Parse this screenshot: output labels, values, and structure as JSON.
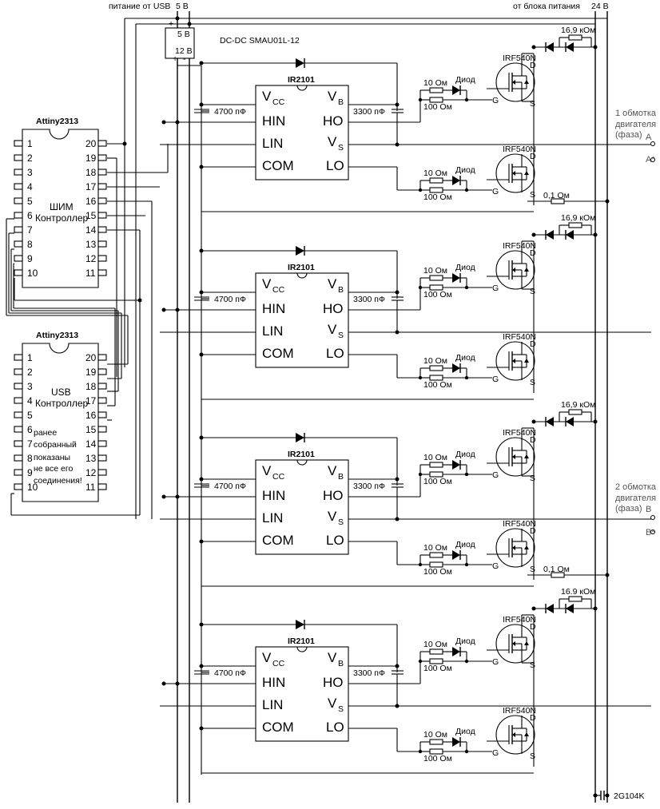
{
  "power": {
    "usb_label": "питание от USB",
    "usb_voltage": "5 В",
    "supply_label": "от блока питания",
    "supply_voltage": "24 В"
  },
  "dcdc": {
    "name": "DC-DC SMAU01L-12",
    "in_label": "5 В",
    "out_label": "12 В",
    "plus": "+",
    "minus": "-"
  },
  "mcu_pwm": {
    "title": "Attiny2313",
    "label_lines": [
      "ШИМ",
      "Контроллер"
    ],
    "left_pins": [
      "1",
      "2",
      "3",
      "4",
      "5",
      "6",
      "7",
      "8",
      "9",
      "10"
    ],
    "right_pins": [
      "20",
      "19",
      "18",
      "17",
      "16",
      "15",
      "14",
      "13",
      "12",
      "11"
    ]
  },
  "mcu_usb": {
    "title": "Attiny2313",
    "label_lines": [
      "USB",
      "Контроллер"
    ],
    "note_lines": [
      "ранее",
      "собранный",
      "показаны",
      "не все его",
      "соединения!"
    ],
    "left_pins": [
      "1",
      "2",
      "3",
      "4",
      "5",
      "6",
      "7",
      "8",
      "9",
      "10"
    ],
    "right_pins": [
      "20",
      "19",
      "18",
      "17",
      "16",
      "15",
      "14",
      "13",
      "12",
      "11"
    ]
  },
  "driver": {
    "name": "IR2101",
    "pins_left": [
      "V",
      "HIN",
      "LIN",
      "COM"
    ],
    "pins_right": [
      "V",
      "HO",
      "V",
      "LO"
    ],
    "vcc_sub": "CC",
    "vb_sub": "B",
    "vs_sub": "S",
    "cap_vcc": "4700 пФ",
    "cap_boot": "3300 пФ"
  },
  "mosfet": {
    "name": "IRF540N",
    "d": "D",
    "g": "G",
    "s": "S",
    "res_top": "10 Ом",
    "res_bottom": "100 Ом",
    "diode": "Диод"
  },
  "snubber": {
    "stage_values": [
      "16,9 кОм",
      "16,9 кОм",
      "16,9 кОм",
      "16.9 кОм"
    ],
    "shunt": "0,1 Ом"
  },
  "motor": {
    "winding1_lines": [
      "1 обмотка",
      "двигателя",
      "(фаза)"
    ],
    "winding2_lines": [
      "2 обмотка",
      "двигателя",
      "(фаза)"
    ],
    "a": "A",
    "a_star": "A*",
    "b": "B",
    "b_star": "B*"
  },
  "output_cap": "2G104K"
}
